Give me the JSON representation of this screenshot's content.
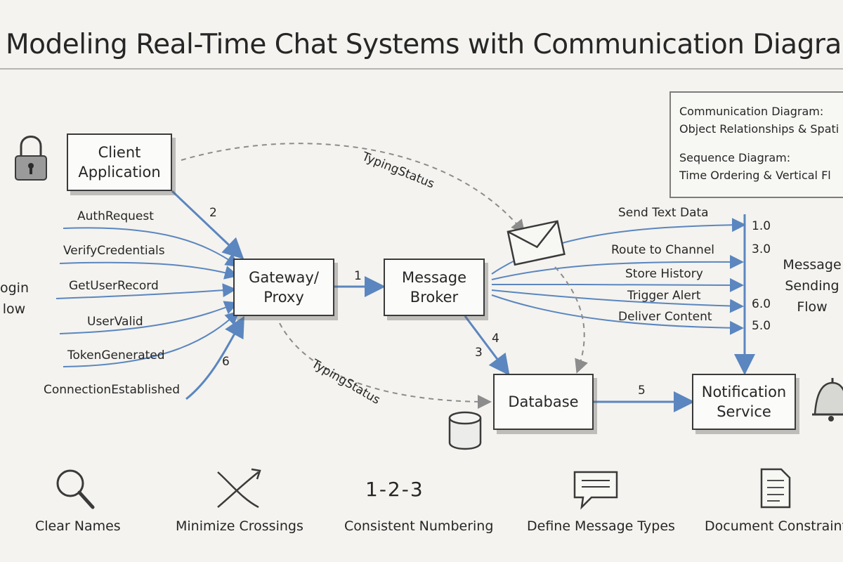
{
  "title": "Modeling Real-Time Chat Systems with Communication Diagrams",
  "nodes": {
    "client": "Client Application",
    "gateway": "Gateway/ Proxy",
    "broker": "Message Broker",
    "database": "Database",
    "notification": "Notification Service"
  },
  "login_flow": {
    "label": "ogin low",
    "messages": [
      "AuthRequest",
      "VerifyCredentials",
      "GetUserRecord",
      "UserValid",
      "TokenGenerated",
      "ConnectionEstablished"
    ]
  },
  "sending_flow": {
    "label": "Message Sending Flow",
    "messages": [
      "Send Text Data",
      "Route to Channel",
      "Store History",
      "Trigger Alert",
      "Deliver Content"
    ],
    "numbers": [
      "1.0",
      "3.0",
      "6.0",
      "5.0"
    ]
  },
  "typing_status": [
    "TypingStatus",
    "TypingStatus"
  ],
  "edge_numbers": {
    "client_gateway": "2",
    "gateway_broker": "1",
    "broker_database_a": "3",
    "broker_database_b": "4",
    "database_notification": "5",
    "login_return": "6"
  },
  "legend": {
    "comm_title": "Communication Diagram:",
    "comm_desc": "Object Relationships & Spati",
    "seq_title": "Sequence Diagram:",
    "seq_desc": "Time Ordering & Vertical Fl"
  },
  "best_practices": [
    {
      "label": "Clear Names",
      "icon": "magnifier-icon"
    },
    {
      "label": "Minimize Crossings",
      "icon": "crossed-arrows-icon"
    },
    {
      "label": "Consistent Numbering",
      "icon": "numbering",
      "glyph": "1-2-3"
    },
    {
      "label": "Define Message Types",
      "icon": "speech-bubble-icon"
    },
    {
      "label": "Document Constraints",
      "icon": "document-icon"
    }
  ],
  "colors": {
    "arrow": "#5b86bf",
    "ink": "#333333",
    "dashed": "#8c8c8c"
  }
}
